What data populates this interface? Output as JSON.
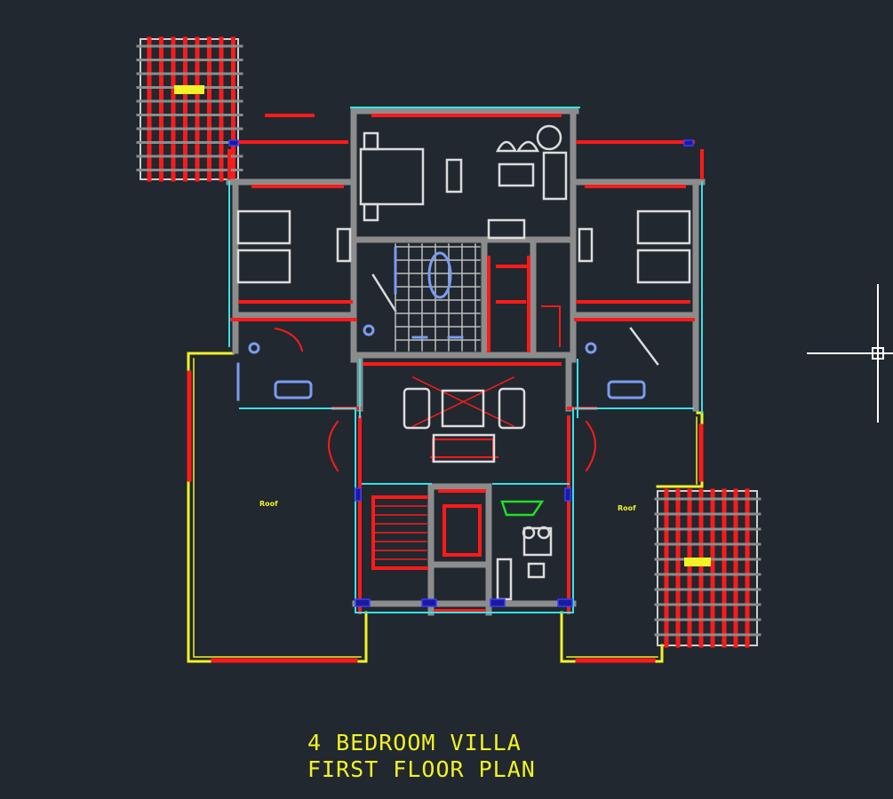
{
  "drawing": {
    "title_line1": "4 BEDROOM VILLA",
    "title_line2": "FIRST FLOOR PLAN",
    "room_labels": {
      "left_roof": "Roof",
      "right_roof": "Roof"
    }
  },
  "colors": {
    "background": "#212830",
    "walls": "#8c8c8c",
    "windows": "#ff1a1a",
    "roof_outline": "#f2f226",
    "outline": "#38e0e8",
    "furniture": "#dcdcdc",
    "sanitary": "#7b9cf0",
    "kitchen": "#22e022"
  },
  "cursor": {
    "type": "crosshair-icon"
  }
}
